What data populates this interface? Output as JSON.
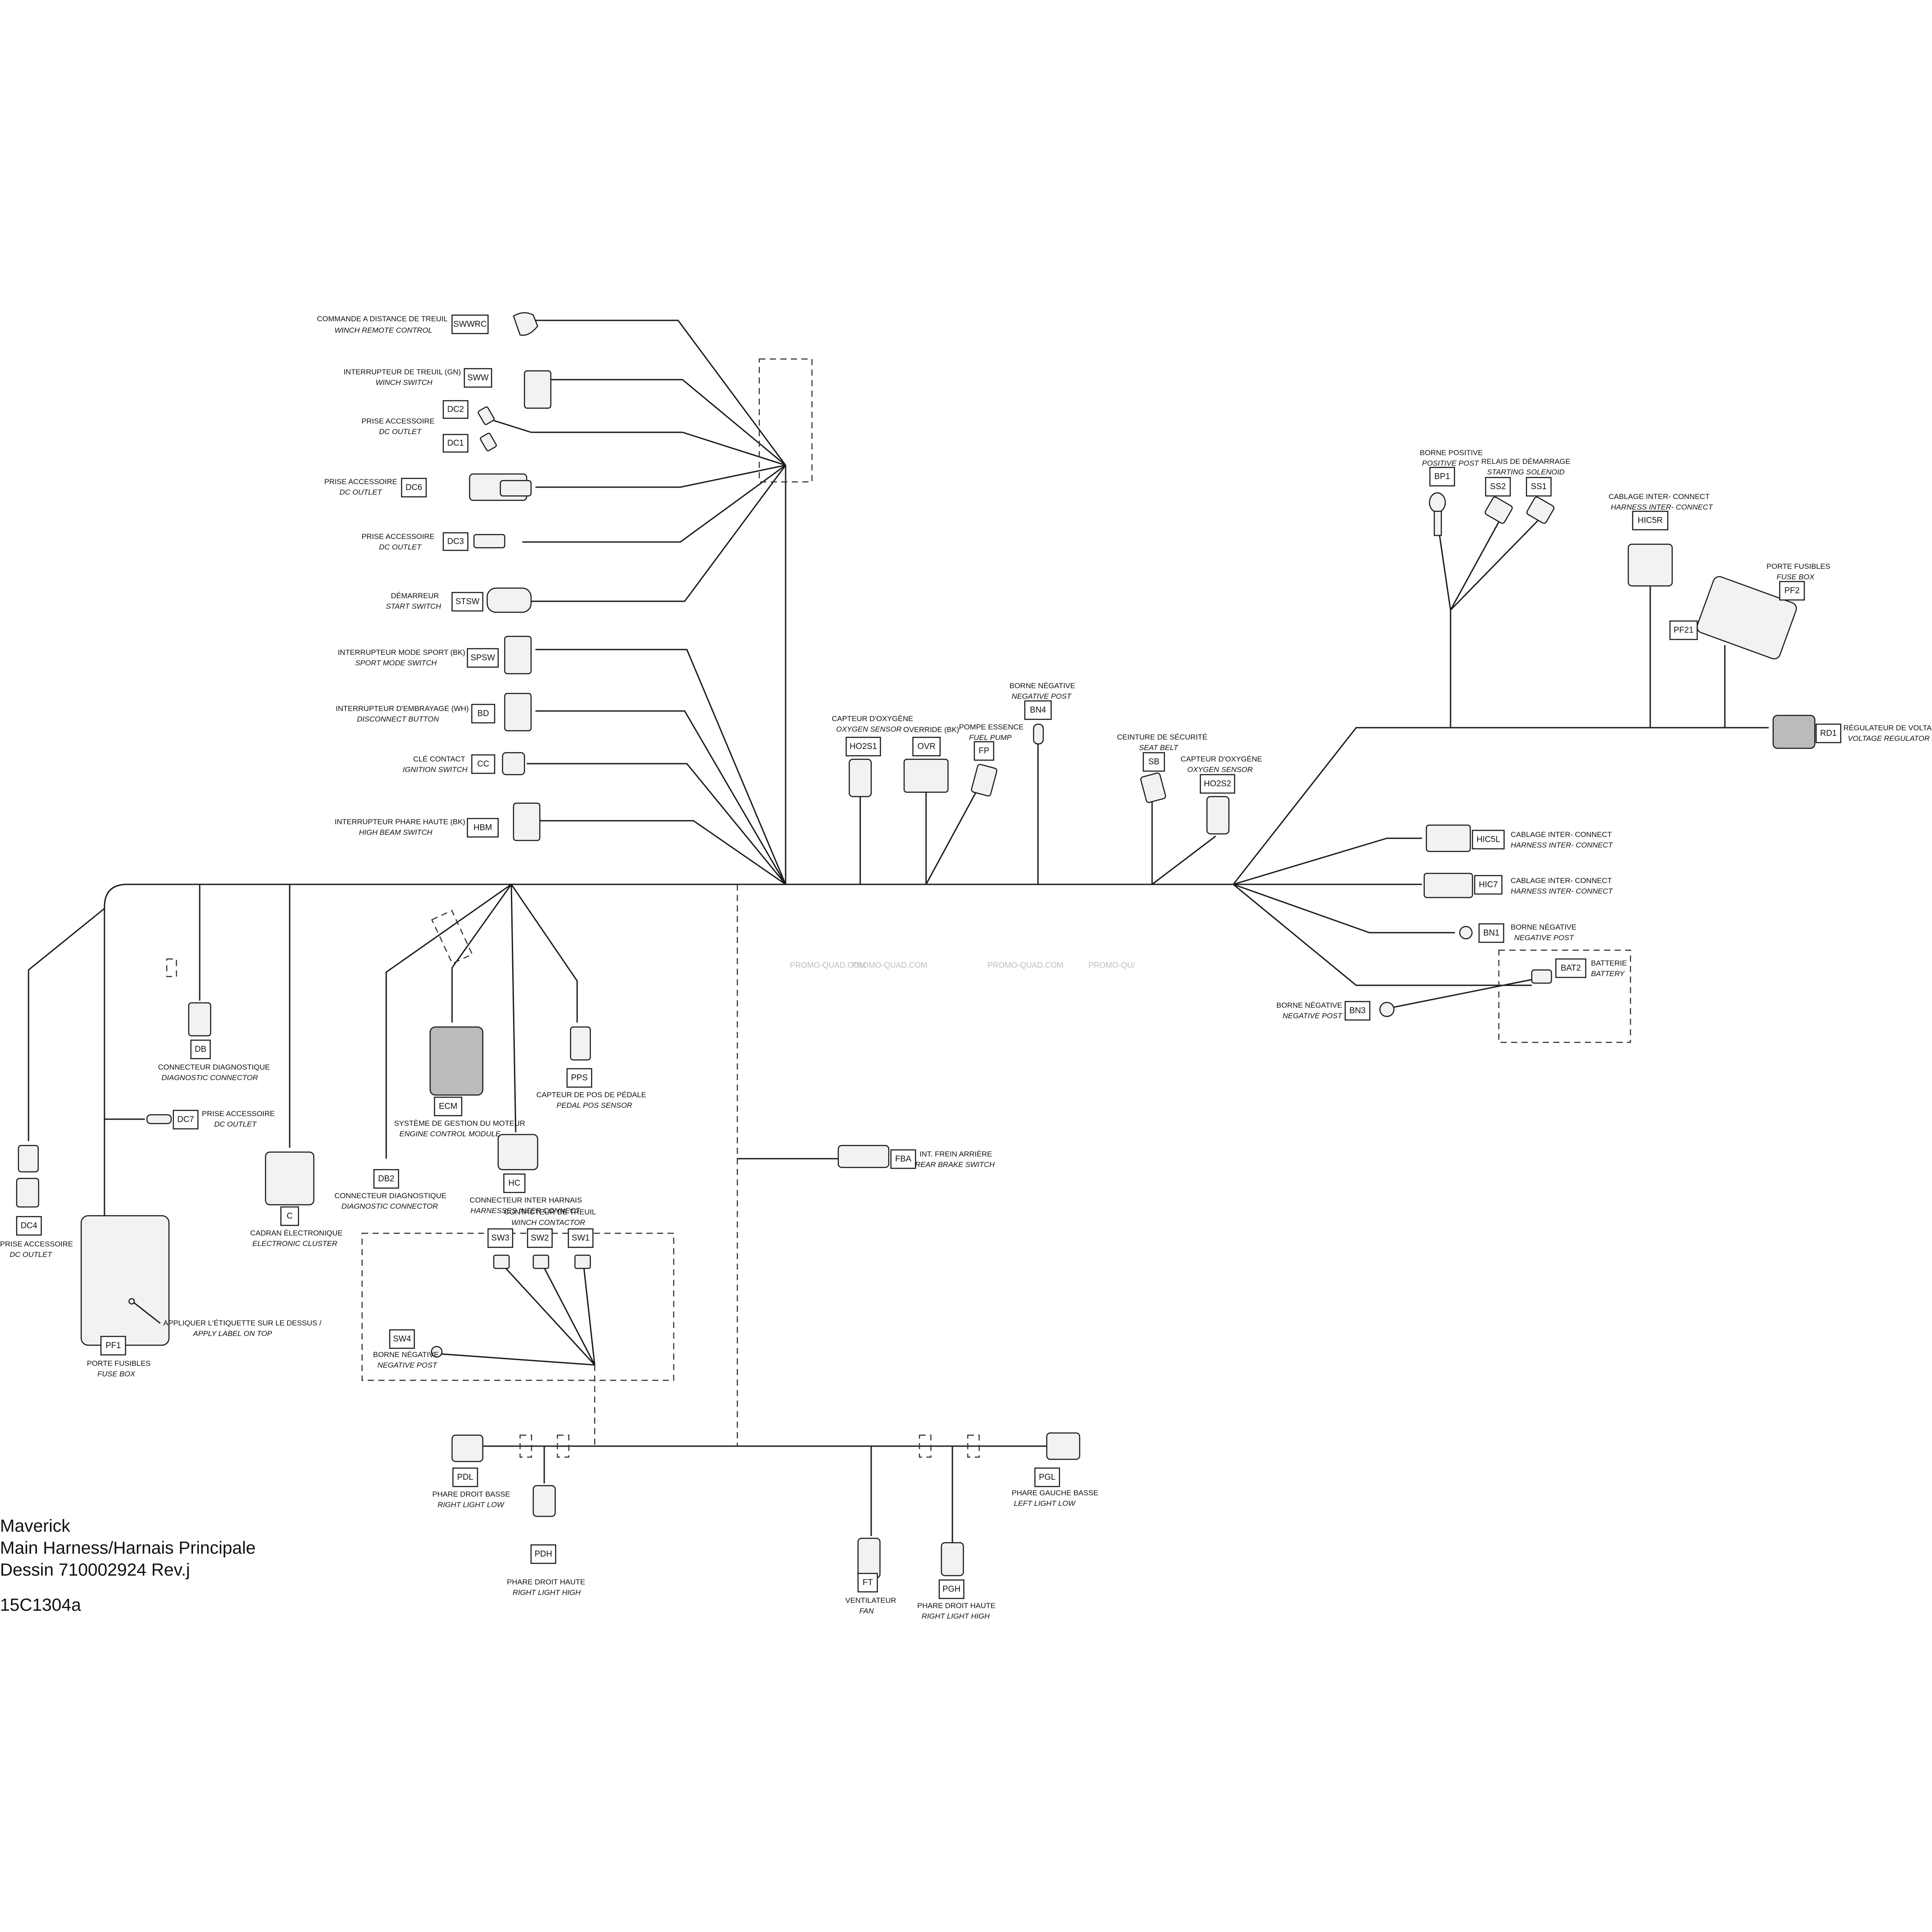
{
  "title_block": {
    "model": "Maverick",
    "harness": "Main Harness/Harnais Principale",
    "drawing": "Dessin 710002924 Rev.j",
    "figure_id": "15C1304a"
  },
  "watermarks": [
    "PROMO-QUAD.COM",
    "PROMO-QUAD.COM",
    "PROMO-QUAD.COM",
    "PROMO-QU/"
  ],
  "components": {
    "swwrc": {
      "code": "SWWRC",
      "fr": "COMMANDE A DISTANCE DE TREUIL",
      "en": "WINCH REMOTE CONTROL"
    },
    "sww": {
      "code": "SWW",
      "fr": "INTERRUPTEUR DE TREUIL (GN)",
      "en": "WINCH SWITCH"
    },
    "dc2": {
      "code": "DC2"
    },
    "dc1": {
      "code": "DC1",
      "fr": "PRISE ACCESSOIRE",
      "en": "DC OUTLET"
    },
    "dc6": {
      "code": "DC6",
      "fr": "PRISE ACCESSOIRE",
      "en": "DC OUTLET"
    },
    "dc3": {
      "code": "DC3",
      "fr": "PRISE ACCESSOIRE",
      "en": "DC OUTLET"
    },
    "stsw": {
      "code": "STSW",
      "fr": "DÉMARREUR",
      "en": "START SWITCH"
    },
    "spsw": {
      "code": "SPSW",
      "fr": "INTERRUPTEUR MODE SPORT (BK)",
      "en": "SPORT MODE SWITCH"
    },
    "bd": {
      "code": "BD",
      "fr": "INTERRUPTEUR D'EMBRAYAGE (WH)",
      "en": "DISCONNECT BUTTON"
    },
    "cc": {
      "code": "CC",
      "fr": "CLÉ CONTACT",
      "en": "IGNITION SWITCH"
    },
    "hbm": {
      "code": "HBM",
      "fr": "INTERRUPTEUR PHARE HAUTE (BK)",
      "en": "HIGH BEAM SWITCH"
    },
    "ho2s1": {
      "code": "HO2S1",
      "fr": "CAPTEUR D'OXYGÈNE",
      "en": "OXYGEN SENSOR"
    },
    "ovr": {
      "code": "OVR",
      "fr": "OVERRIDE (BK)"
    },
    "fp": {
      "code": "FP",
      "fr": "POMPE ESSENCE",
      "en": "FUEL PUMP"
    },
    "bn4": {
      "code": "BN4",
      "fr": "BORNE NÉGATIVE",
      "en": "NEGATIVE POST"
    },
    "sb": {
      "code": "SB",
      "fr": "CEINTURE DE SÉCURITÉ",
      "en": "SEAT BELT"
    },
    "ho2s2": {
      "code": "HO2S2",
      "fr": "CAPTEUR D'OXYGÈNE",
      "en": "OXYGEN SENSOR"
    },
    "bp1": {
      "code": "BP1",
      "fr": "BORNE POSITIVE",
      "en": "POSITIVE POST"
    },
    "ss2": {
      "code": "SS2",
      "fr": "RELAIS DE DÉMARRAGE",
      "en": "STARTING SOLENOID"
    },
    "ss1": {
      "code": "SS1"
    },
    "hic5r": {
      "code": "HIC5R",
      "fr": "CABLAGE INTER- CONNECT",
      "en": "HARNESS INTER- CONNECT"
    },
    "pf2": {
      "code": "PF2",
      "fr": "PORTE FUSIBLES",
      "en": "FUSE BOX"
    },
    "pf21": {
      "code": "PF21"
    },
    "rd1": {
      "code": "RD1",
      "fr": "RÉGULATEUR DE VOLTAGE",
      "en": "VOLTAGE REGULATOR"
    },
    "hic5l": {
      "code": "HIC5L",
      "fr": "CABLAGE INTER- CONNECT",
      "en": "HARNESS INTER- CONNECT"
    },
    "hic7": {
      "code": "HIC7",
      "fr": "CABLAGE INTER- CONNECT",
      "en": "HARNESS INTER- CONNECT"
    },
    "bn1": {
      "code": "BN1",
      "fr": "BORNE NÉGATIVE",
      "en": "NEGATIVE POST"
    },
    "bat2": {
      "code": "BAT2",
      "fr": "BATTERIE",
      "en": "BATTERY"
    },
    "bn3": {
      "code": "BN3",
      "fr": "BORNE NÉGATIVE",
      "en": "NEGATIVE POST"
    },
    "db": {
      "code": "DB",
      "fr": "CONNECTEUR DIAGNOSTIQUE",
      "en": "DIAGNOSTIC CONNECTOR"
    },
    "dc7": {
      "code": "DC7",
      "fr": "PRISE ACCESSOIRE",
      "en": "DC OUTLET"
    },
    "dc4": {
      "code": "DC4",
      "fr": "PRISE ACCESSOIRE",
      "en": "DC OUTLET"
    },
    "pf1": {
      "code": "PF1",
      "fr": "PORTE FUSIBLES",
      "en": "FUSE BOX",
      "note_fr": "APPLIQUER L'ÉTIQUETTE SUR LE DESSUS /",
      "note_en": "APPLY LABEL ON TOP"
    },
    "c": {
      "code": "C",
      "fr": "CADRAN ÉLECTRONIQUE",
      "en": "ELECTRONIC CLUSTER"
    },
    "db2": {
      "code": "DB2",
      "fr": "CONNECTEUR DIAGNOSTIQUE",
      "en": "DIAGNOSTIC CONNECTOR"
    },
    "ecm": {
      "code": "ECM",
      "fr": "SYSTÈME DE GESTION DU MOTEUR",
      "en": "ENGINE CONTROL MODULE"
    },
    "hc": {
      "code": "HC",
      "fr": "CONNECTEUR INTER HARNAIS",
      "en": "HARNESSES INTER CONNECT"
    },
    "pps": {
      "code": "PPS",
      "fr": "CAPTEUR DE POS DE PÉDALE",
      "en": "PEDAL POS SENSOR"
    },
    "fba": {
      "code": "FBA",
      "fr": "INT. FREIN ARRIÈRE",
      "en": "REAR BRAKE SWITCH"
    },
    "winch": {
      "fr": "CONTACTEUR DE TREUIL",
      "en": "WINCH CONTACTOR"
    },
    "sw3": {
      "code": "SW3"
    },
    "sw2": {
      "code": "SW2"
    },
    "sw1": {
      "code": "SW1"
    },
    "sw4": {
      "code": "SW4",
      "fr": "BORNE NÉGATIVE",
      "en": "NEGATIVE POST"
    },
    "pdl": {
      "code": "PDL",
      "fr": "PHARE DROIT BASSE",
      "en": "RIGHT LIGHT LOW"
    },
    "pdh": {
      "code": "PDH",
      "fr": "PHARE DROIT HAUTE",
      "en": "RIGHT LIGHT HIGH"
    },
    "ft": {
      "code": "FT",
      "fr": "VENTILATEUR",
      "en": "FAN"
    },
    "pgh": {
      "code": "PGH",
      "fr": "PHARE DROIT HAUTE",
      "en": "RIGHT LIGHT HIGH"
    },
    "pgl": {
      "code": "PGL",
      "fr": "PHARE GAUCHE BASSE",
      "en": "LEFT LIGHT LOW"
    }
  }
}
